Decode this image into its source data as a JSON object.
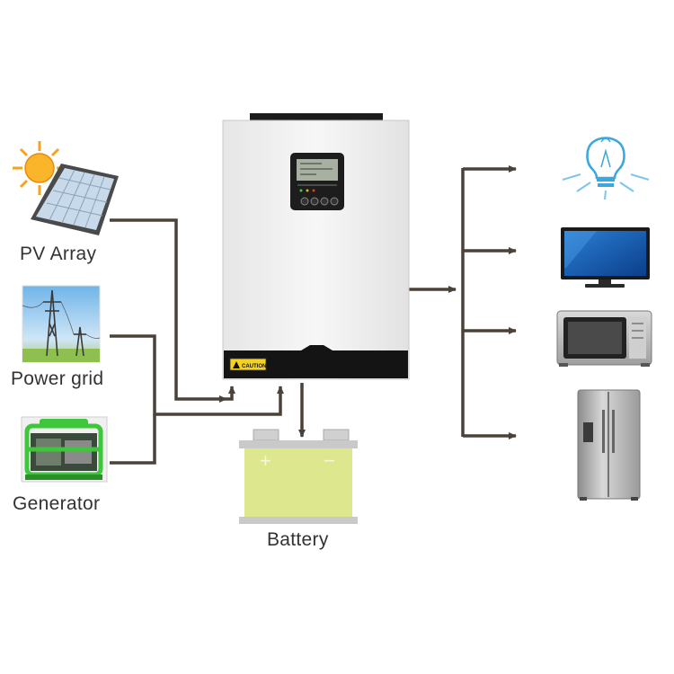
{
  "sources": {
    "pv_label": "PV Array",
    "grid_label": "Power grid",
    "generator_label": "Generator"
  },
  "storage": {
    "battery_label": "Battery",
    "positive_symbol": "+",
    "negative_symbol": "−"
  },
  "inverter": {
    "caution_text": "CAUTION"
  },
  "loads": {
    "icons": [
      "light-bulb-icon",
      "tv-icon",
      "microwave-icon",
      "refrigerator-icon"
    ]
  },
  "colors": {
    "wire": "#4a4238",
    "inverter_body": "#f2f2f2",
    "inverter_base": "#141414",
    "battery_fill": "#dde88e",
    "lcd_screen": "#a8b0a2",
    "generator_frame": "#3ec73a"
  }
}
